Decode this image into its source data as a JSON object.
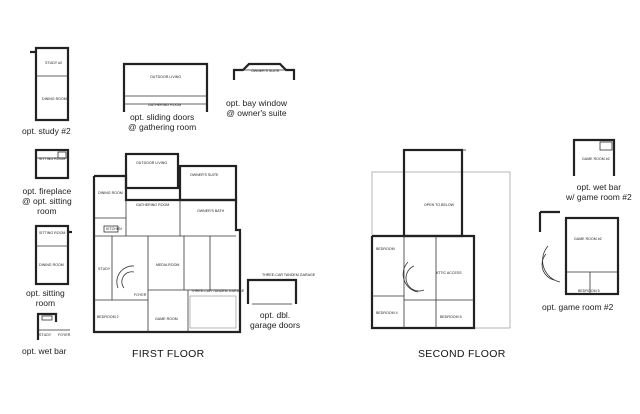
{
  "captions": {
    "study2": "opt. study #2",
    "sliding_line1": "opt. sliding doors",
    "sliding_line2": "@ gathering room",
    "bay_line1": "opt. bay window",
    "bay_line2": "@ owner's suite",
    "fireplace_line1": "opt. fireplace",
    "fireplace_line2": "@ opt. sitting",
    "fireplace_line3": "room",
    "sitting_line1": "opt. sitting",
    "sitting_line2": "room",
    "wetbar": "opt. wet bar",
    "dbl_line1": "opt. dbl.",
    "dbl_line2": "garage doors",
    "gameroom_wetbar_line1": "opt. wet bar",
    "gameroom_wetbar_line2": "w/ game room #2",
    "gameroom2": "opt. game room #2"
  },
  "floors": {
    "first": "FIRST FLOOR",
    "second": "SECOND FLOOR"
  },
  "rooms": {
    "study_alt": "STUDY #2",
    "dining_alt": "DINING ROOM",
    "outdoor_alt": "OUTDOOR LIVING",
    "gathering_alt": "GATHERING ROOM",
    "owners_alt": "OWNER'S SUITE",
    "sitting_a": "SITTING ROOM",
    "sitting_b": "SITTING ROOM",
    "dining_b": "DINING ROOM",
    "study_wb": "STUDY",
    "foyer_wb": "FOYER",
    "outdoor": "OUTDOOR LIVING",
    "owners": "OWNER'S SUITE",
    "dining": "DINING ROOM",
    "gathering": "GATHERING ROOM",
    "owners_bath": "OWNER'S BATH",
    "kitchen": "KITCHEN",
    "study": "STUDY",
    "media": "MEDIA ROOM",
    "garage": "THREE-CAR TANDEM GARAGE",
    "foyer": "FOYER",
    "bedroom2": "BEDROOM 2",
    "game": "GAME ROOM",
    "garage_alt": "THREE-CAR TANDEM GARAGE",
    "open_below": "OPEN TO BELOW",
    "bedroom": "BEDROOM",
    "bedroom4": "BEDROOM 4",
    "bedroom5": "BEDROOM 5",
    "attic": "ATTIC ACCESS",
    "game2_top": "GAME ROOM #2",
    "game2": "GAME ROOM #2",
    "bedroom5_alt": "BEDROOM 5"
  }
}
